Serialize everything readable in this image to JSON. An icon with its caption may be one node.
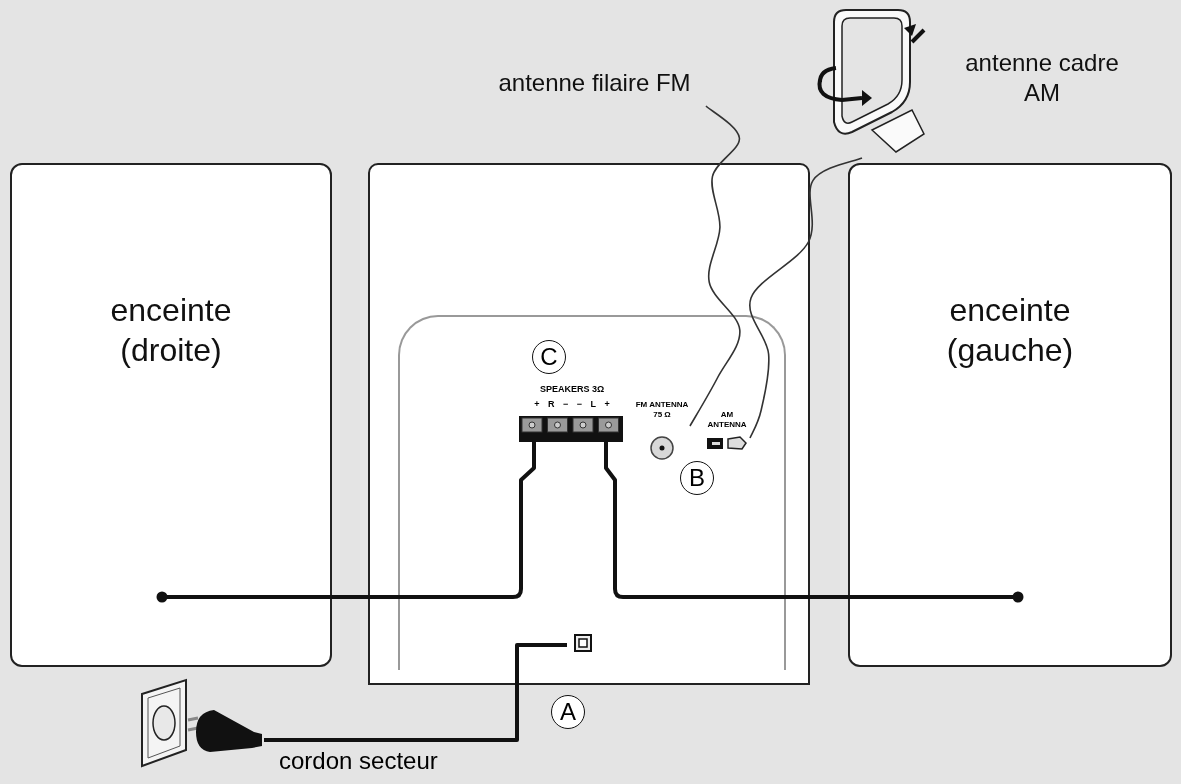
{
  "diagram": {
    "nodes": [
      {
        "text": [
          "enceinte (droite)"
        ]
      },
      {
        "text": [],
        "shape": "box"
      },
      {
        "text": [
          "SPEAKERS 3Ω",
          "+ R − − L +"
        ],
        "in": 1
      },
      {
        "text": [
          "FM ANTENNA 75 Ω"
        ],
        "in": 1
      },
      {
        "text": [
          "AM ANTENNA"
        ],
        "in": 1
      },
      {
        "text": [],
        "shape": "box",
        "in": 1
      },
      {
        "text": [
          "enceinte (gauche)"
        ]
      },
      {
        "text": [
          "antenne filaire FM"
        ]
      },
      {
        "text": [],
        "shape": "picture",
        "beside": [
          "antenne cadre AM"
        ]
      },
      {
        "text": [],
        "shape": "picture"
      }
    ],
    "edges": [
      {
        "from": 2,
        "to": 0,
        "arrow": "other"
      },
      {
        "from": 2,
        "to": 6,
        "arrow": "other"
      },
      {
        "from": 7,
        "to": 3,
        "arrow": "none"
      },
      {
        "from": 8,
        "to": 4,
        "arrow": "none"
      },
      {
        "from": 9,
        "to": 5,
        "arrow": "none",
        "label": "cordon secteur"
      }
    ],
    "labels": [
      "C",
      "B",
      "A"
    ]
  }
}
